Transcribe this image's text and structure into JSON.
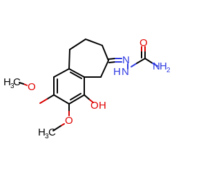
{
  "molecule": {
    "atoms": {
      "hydroxyl": {
        "element": "O",
        "hydrogen": "H",
        "hydrogen_side": "right"
      },
      "carbonyl_o": {
        "element": "O"
      },
      "hydrazone_n": {
        "element": "N"
      },
      "nh": {
        "element": "N",
        "hydrogen": "H",
        "hydrogen_side": "left"
      },
      "amide_n": {
        "element": "N",
        "hydrogens": "H",
        "count": "2"
      },
      "methoxy_o_left": {
        "element": "O"
      },
      "methoxy_o_bottom": {
        "element": "O"
      },
      "methyl_left": {
        "element": "C",
        "hydrogens": "H",
        "count": "3",
        "side": "left"
      },
      "methyl_bottom": {
        "element": "C",
        "hydrogens": "H",
        "count": "3",
        "side": "left"
      }
    },
    "colors": {
      "carbon": "#000000",
      "oxygen": "#e00000",
      "nitrogen": "#2f3ae0"
    }
  }
}
